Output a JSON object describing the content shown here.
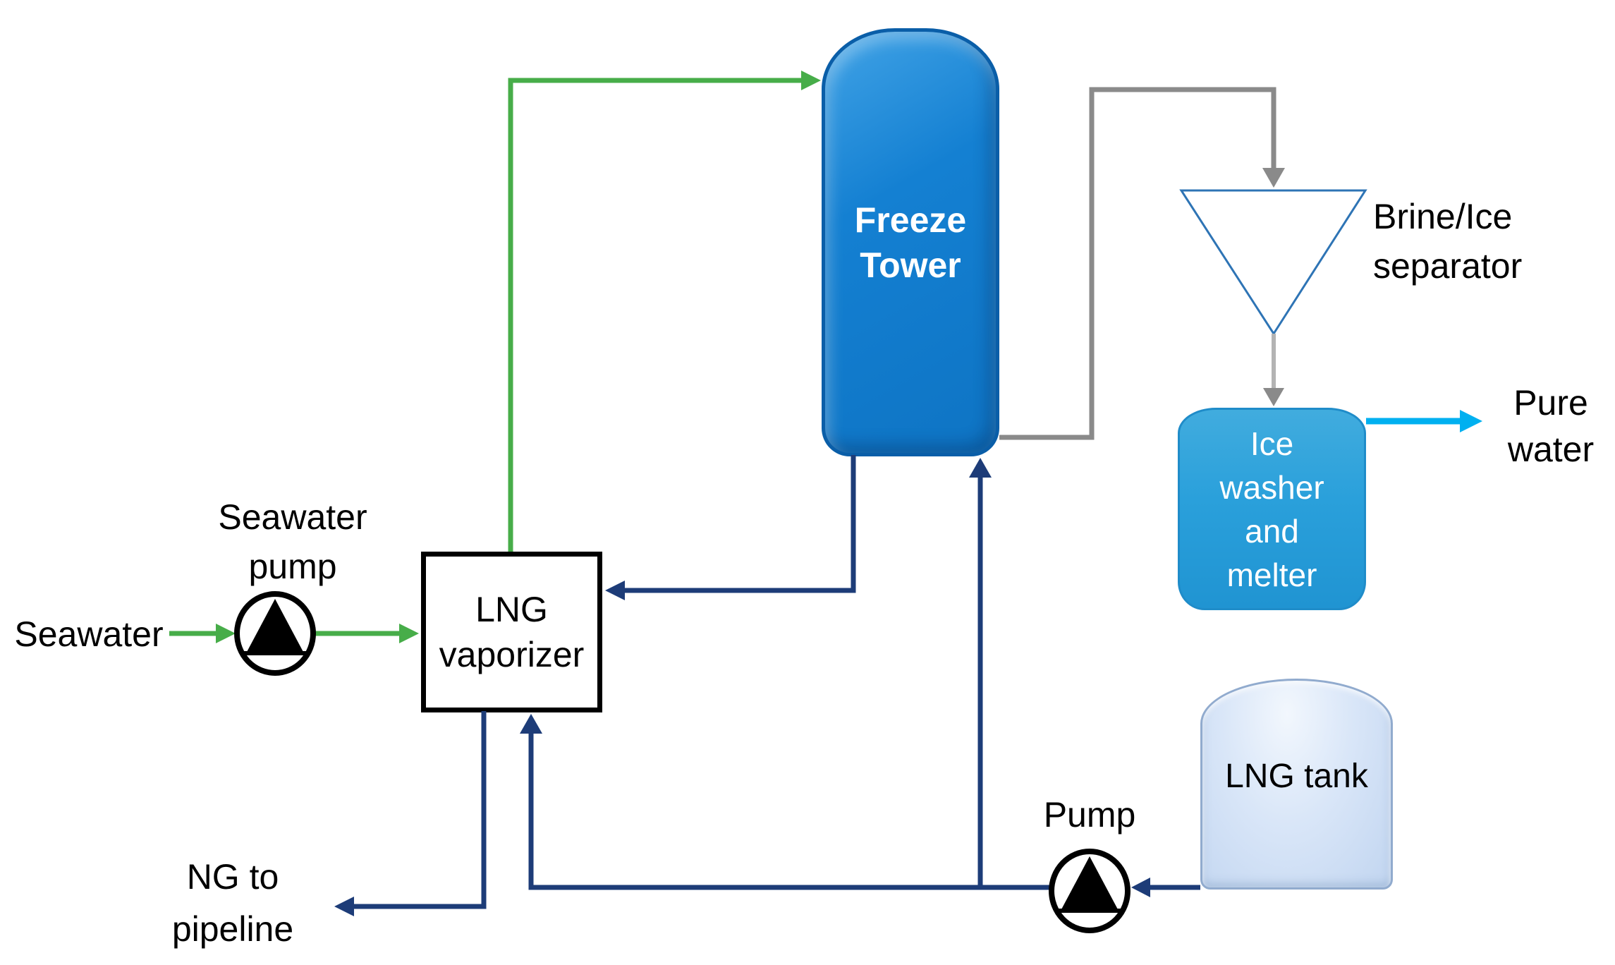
{
  "colors": {
    "background": "#ffffff",
    "green": "#47ad49",
    "navy": "#1d3c78",
    "gray": "#8a8a8a",
    "gray_light": "#b3b3b3",
    "cyan": "#00b0f0",
    "tower_fill": "#1480d2",
    "tower_border": "#0a5ea8",
    "washer_fill": "#2aa0db",
    "washer_border": "#1f8cc9",
    "tank_fill": "#d9e6f8",
    "tank_border": "#91abce",
    "separator_border": "#2e74b5",
    "pump_symbol": "#000000",
    "text_dark": "#000000",
    "text_light": "#ffffff"
  },
  "equipment": {
    "freeze_tower": {
      "lines": [
        "Freeze",
        "Tower"
      ]
    },
    "lng_vaporizer": {
      "lines": [
        "LNG",
        "vaporizer"
      ]
    },
    "ice_washer": {
      "lines": [
        "Ice",
        "washer",
        "and",
        "melter"
      ]
    },
    "lng_tank": {
      "label": "LNG tank"
    },
    "brine_separator": {
      "lines": [
        "Brine/Ice",
        "separator"
      ]
    },
    "seawater_pump": {
      "lines": [
        "Seawater",
        "pump"
      ]
    },
    "lng_pump": {
      "label": "Pump"
    }
  },
  "streams": {
    "seawater": "Seawater",
    "ng_pipeline": {
      "lines": [
        "NG to",
        "pipeline"
      ]
    },
    "pure_water": {
      "lines": [
        "Pure",
        "water"
      ]
    }
  }
}
